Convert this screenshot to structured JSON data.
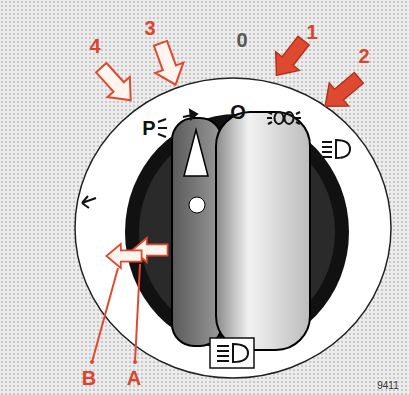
{
  "diagram": {
    "labels": [
      "3",
      "0",
      "1",
      "4",
      "2",
      "P",
      "O",
      "B",
      "A",
      "9411"
    ]
  }
}
